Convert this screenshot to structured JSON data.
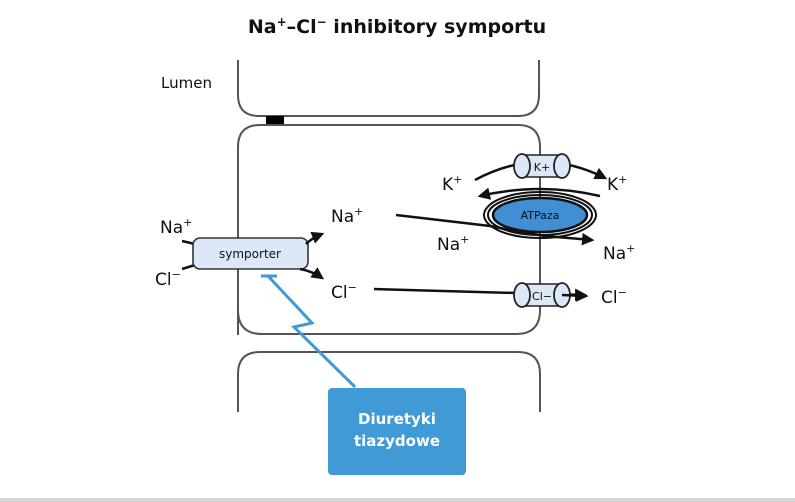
{
  "title": {
    "prefix": "Na",
    "sup1": "+",
    "dash": "–Cl",
    "sup2": "−",
    "rest": " inhibitory symportu"
  },
  "labels": {
    "lumen": "Lumen",
    "na_lumen": "Na",
    "cl_lumen": "Cl",
    "symporter": "symporter",
    "na_cell": "Na",
    "cl_cell": "Cl",
    "k_left": "K",
    "k_right": "K",
    "na_pump_in": "Na",
    "na_out": "Na",
    "cl_out": "Cl",
    "atpase": "ATPaza",
    "k_channel": "K+",
    "cl_channel": "Cl−",
    "plus": "+",
    "minus": "−"
  },
  "drug_box": {
    "line1": "Diuretyki",
    "line2": "tiazydowe"
  },
  "colors": {
    "drug_blue": "#3f9ad6",
    "atpase_blue": "#3f8fd2",
    "transporter_fill": "#dce8f7",
    "membrane": "#555555",
    "ink": "#111111"
  }
}
